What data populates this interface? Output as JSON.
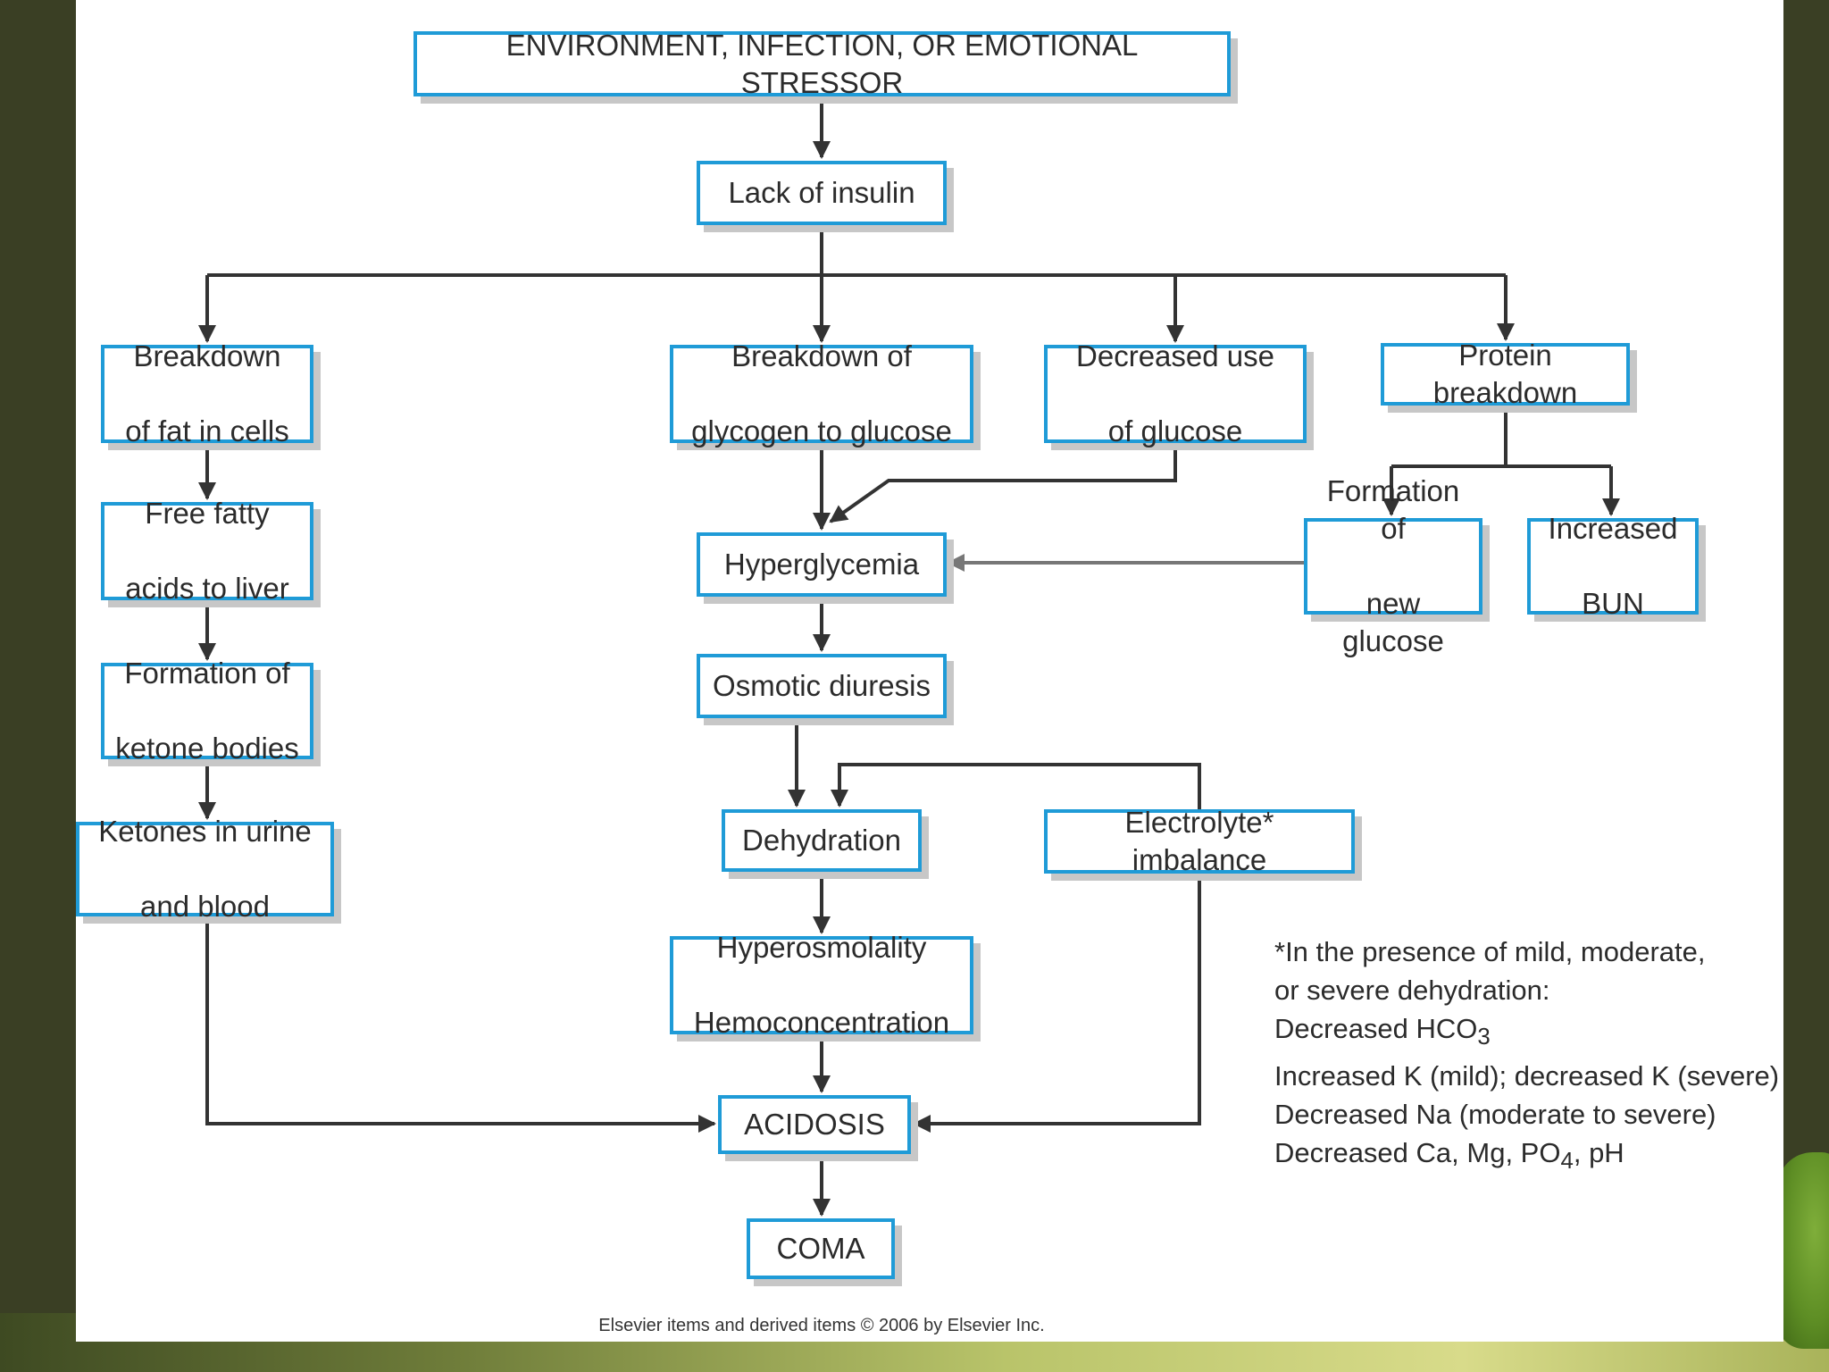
{
  "nodes": {
    "stressor": "ENVIRONMENT, INFECTION, OR EMOTIONAL STRESSOR",
    "lack_insulin": "Lack of insulin",
    "fat_breakdown": [
      "Breakdown",
      "of fat in cells"
    ],
    "glycogen_breakdown": [
      "Breakdown of",
      "glycogen to glucose"
    ],
    "decreased_glucose_use": [
      "Decreased use",
      "of glucose"
    ],
    "protein_breakdown": "Protein breakdown",
    "free_fatty_acids": [
      "Free fatty",
      "acids to liver"
    ],
    "hyperglycemia": "Hyperglycemia",
    "new_glucose": [
      "Formation of",
      "new glucose"
    ],
    "increased_bun": [
      "Increased",
      "BUN"
    ],
    "ketone_formation": [
      "Formation of",
      "ketone bodies"
    ],
    "osmotic_diuresis": "Osmotic diuresis",
    "ketones_urine_blood": [
      "Ketones in urine",
      "and blood"
    ],
    "dehydration": "Dehydration",
    "electrolyte_imbalance": "Electrolyte* imbalance",
    "hyperosmolality": [
      "Hyperosmolality",
      "Hemoconcentration"
    ],
    "acidosis": "ACIDOSIS",
    "coma": "COMA"
  },
  "footnote": {
    "line1": "*In the presence of mild, moderate,",
    "line2": "or severe dehydration:",
    "hco3_text": "Decreased HCO",
    "hco3_sub": "3",
    "line4": "Increased K (mild); decreased K (severe)",
    "line5": "Decreased Na (moderate to severe)",
    "po4_text": "Decreased Ca, Mg, PO",
    "po4_sub": "4",
    "po4_tail": ", pH"
  },
  "credit": "Elsevier items and derived items © 2006 by Elsevier Inc.",
  "colors": {
    "box_border": "#1f9bd7",
    "arrow": "#333333",
    "shadow": "#c7c7c7"
  }
}
